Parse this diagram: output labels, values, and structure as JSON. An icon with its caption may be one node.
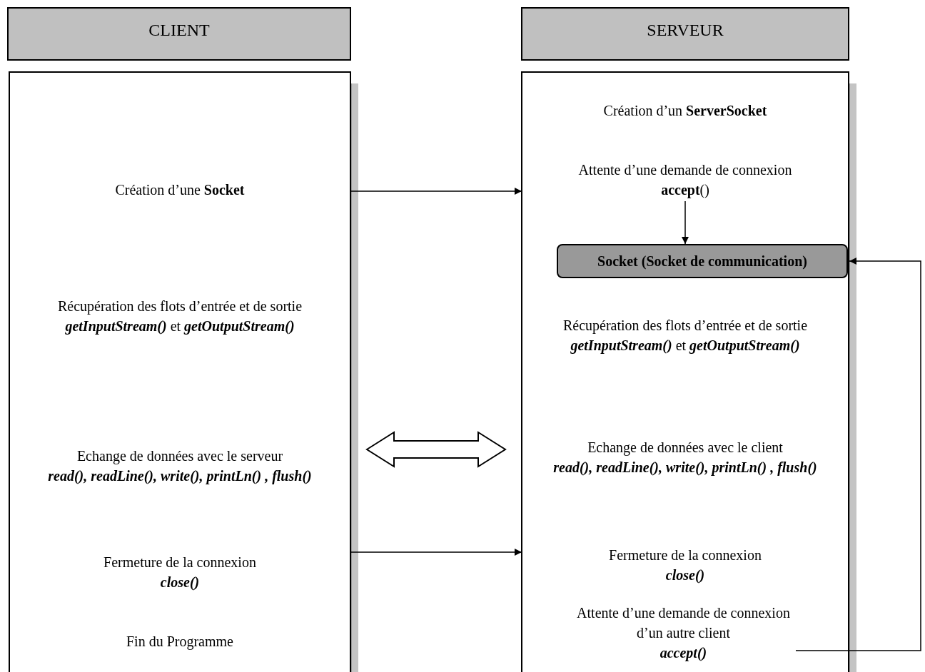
{
  "diagram": {
    "nodes": [
      {
        "text": [
          "CLIENT"
        ]
      },
      {
        "text": [
          "SERVEUR"
        ]
      },
      {
        "text": [],
        "shape": "box"
      },
      {
        "text": [
          "Création d’une **Socket**"
        ],
        "in": 2
      },
      {
        "text": [
          "Récupération des flots d’entrée et de sortie",
          "*getInputStream()* et *getOutputStream()*"
        ],
        "in": 2
      },
      {
        "text": [
          "Echange de données avec le serveur",
          "*read(), readLine(), write(), printLn() , flush()*"
        ],
        "in": 2
      },
      {
        "text": [
          "Fermeture de la connexion",
          "*close()*"
        ],
        "in": 2
      },
      {
        "text": [
          "Fin du Programme"
        ],
        "in": 2
      },
      {
        "text": [],
        "shape": "box"
      },
      {
        "text": [
          "Création d’un **ServerSocket**"
        ],
        "in": 8
      },
      {
        "text": [
          "Attente d’une demande de connexion",
          "**accept**()"
        ],
        "in": 8
      },
      {
        "text": [
          "Socket (Socket de communication)"
        ],
        "in": 8
      },
      {
        "text": [
          "Récupération des flots d’entrée et de sortie",
          "*getInputStream()* et *getOutputStream()*"
        ],
        "in": 8
      },
      {
        "text": [
          "Echange de données avec le client",
          "*read(), readLine(), write(), printLn() , flush()*"
        ],
        "in": 8
      },
      {
        "text": [
          "Fermeture de la connexion",
          "*close()*"
        ],
        "in": 8
      },
      {
        "text": [
          "Attente d’une demande de connexion d’un autre client",
          "*accept()*"
        ],
        "in": 8
      }
    ],
    "edges": [
      {
        "from": 2,
        "to": 8,
        "arrow": "to"
      },
      {
        "from": 10,
        "to": 11,
        "arrow": "to"
      },
      {
        "from": 2,
        "to": 8,
        "arrow": "both"
      },
      {
        "from": 2,
        "to": 8,
        "arrow": "to"
      },
      {
        "from": 15,
        "to": 11,
        "arrow": "to"
      }
    ]
  }
}
